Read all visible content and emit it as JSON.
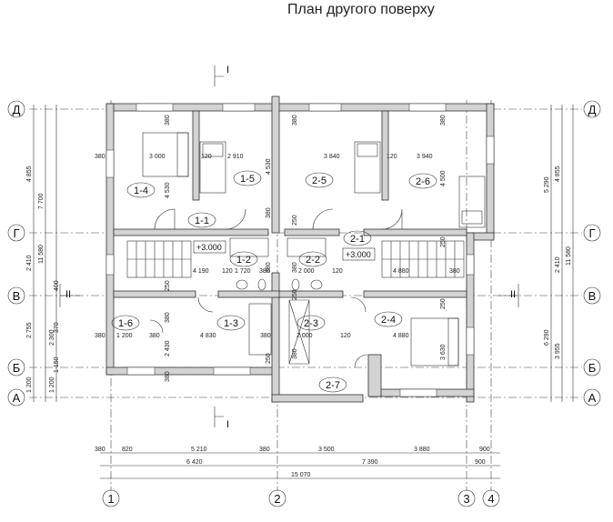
{
  "title": "План другого поверху",
  "axes": {
    "rows": [
      "Д",
      "Г",
      "В",
      "Б",
      "А"
    ],
    "cols": [
      "1",
      "2",
      "3",
      "4"
    ]
  },
  "section_marks": [
    "I",
    "I",
    "II",
    "II"
  ],
  "elevations": [
    "+3.000",
    "+3.000"
  ],
  "rooms": [
    "1-1",
    "1-2",
    "1-3",
    "1-4",
    "1-5",
    "1-6",
    "2-1",
    "2-2",
    "2-3",
    "2-4",
    "2-5",
    "2-6",
    "2-7"
  ],
  "dims": {
    "bottom_row1": [
      "380",
      "820",
      "5 210",
      "380",
      "3 500",
      "3 880",
      "900"
    ],
    "bottom_row2": [
      "6 420",
      "7 390",
      "900"
    ],
    "bottom_total": "15 070",
    "left_row1": [
      "4 855",
      "2 410",
      "2 755",
      "1 200"
    ],
    "left_row2": [
      "7 700",
      "2 300",
      "1 200"
    ],
    "left_total": "11 580",
    "right_row1": [
      "5 290",
      "6 290"
    ],
    "right_row2": [
      "4 855",
      "2 410",
      "3 955"
    ],
    "right_total": "11 580",
    "interior": [
      "380",
      "3 000",
      "120",
      "2 910",
      "3 840",
      "120",
      "3 940",
      "4 530",
      "4 530",
      "4 500",
      "250",
      "4 190",
      "120",
      "1 720",
      "380",
      "2 000",
      "120",
      "4 880",
      "380",
      "250",
      "380",
      "1 200",
      "380",
      "4 830",
      "380",
      "2 000",
      "120",
      "4 880",
      "2 430",
      "3 630",
      "250",
      "250",
      "250",
      "380",
      "380",
      "380",
      "380",
      "380",
      "380",
      "380",
      "380",
      "380",
      "1 150",
      "400",
      "370",
      "250"
    ]
  }
}
